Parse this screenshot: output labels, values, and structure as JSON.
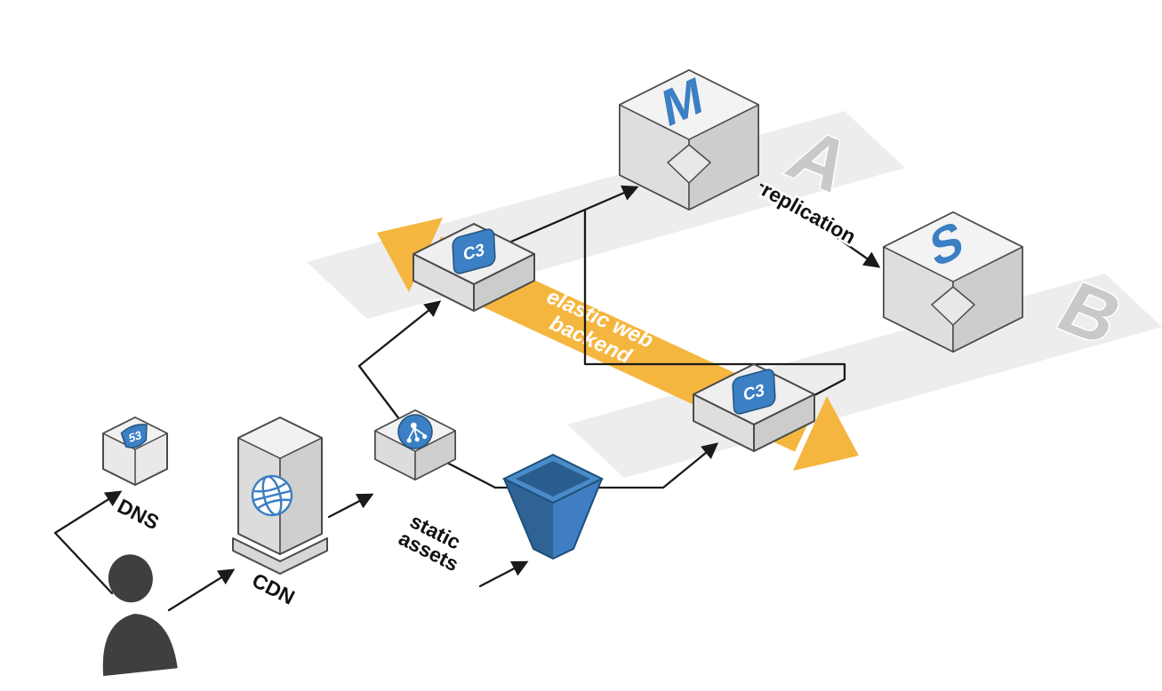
{
  "diagram": {
    "type": "aws-architecture-isometric",
    "zones": {
      "a": "A",
      "b": "B"
    },
    "band": {
      "lines": [
        "elastic web",
        "backend"
      ],
      "color": "#f5b63f"
    },
    "labels": {
      "dns": "DNS",
      "cdn": "CDN",
      "static_assets": [
        "static",
        "assets"
      ],
      "replication": "replication"
    },
    "nodes": {
      "route53_badge": "53",
      "ec2_a": "C3",
      "ec2_b": "C3",
      "db_master": "M",
      "db_slave": "S"
    },
    "colors": {
      "accent_blue": "#3b7fc4",
      "zone_gray": "#ededed",
      "line": "#1a1a1a",
      "bucket_blue": "#2e6394",
      "user_gray": "#3f3f3f"
    }
  }
}
